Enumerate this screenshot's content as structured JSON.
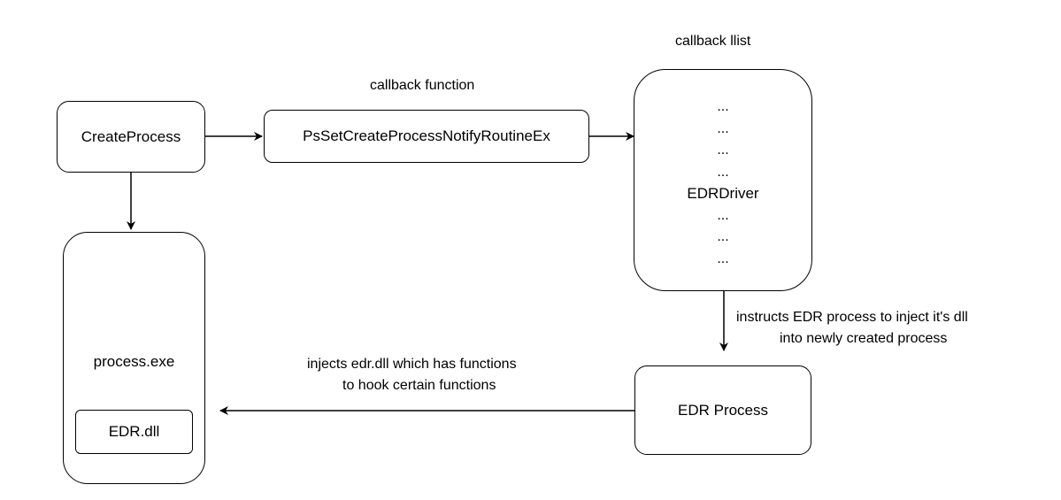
{
  "nodes": {
    "create_process": "CreateProcess",
    "ps_notify": "PsSetCreateProcessNotifyRoutineEx",
    "process_exe": "process.exe",
    "edr_dll": "EDR.dll",
    "edr_process": "EDR Process",
    "callback_list_items": [
      "...",
      "...",
      "...",
      "...",
      "EDRDriver",
      "...",
      "...",
      "..."
    ]
  },
  "labels": {
    "callback_function": "callback function",
    "callback_list": "callback llist",
    "instructs_line1": "instructs EDR process to inject it's dll",
    "instructs_line2": "into newly created process",
    "injects_line1": "injects edr.dll which has functions",
    "injects_line2": "to hook certain functions"
  }
}
